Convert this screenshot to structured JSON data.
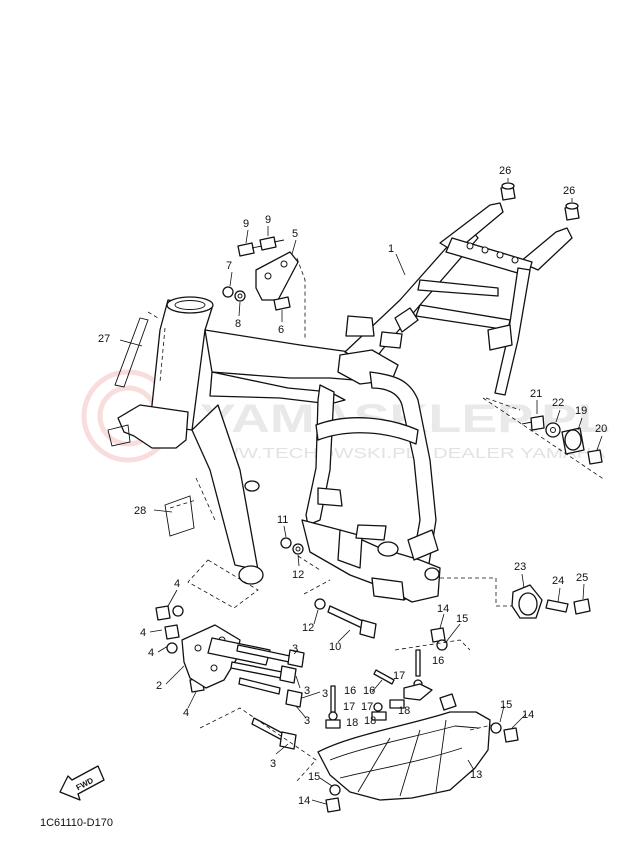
{
  "diagram": {
    "code": "1C61110-D170",
    "forward_label": "FWD",
    "watermark": {
      "brand": "YAMASKLEP.PL",
      "tagline": "WWW.TECHOWSKI.PL | DEALER YAMAHA"
    },
    "callouts": [
      {
        "id": "c26a",
        "text": "26"
      },
      {
        "id": "c26b",
        "text": "26"
      },
      {
        "id": "c9a",
        "text": "9"
      },
      {
        "id": "c9b",
        "text": "9"
      },
      {
        "id": "c5",
        "text": "5"
      },
      {
        "id": "c1",
        "text": "1"
      },
      {
        "id": "c7",
        "text": "7"
      },
      {
        "id": "c8",
        "text": "8"
      },
      {
        "id": "c6",
        "text": "6"
      },
      {
        "id": "c27",
        "text": "27"
      },
      {
        "id": "c21",
        "text": "21"
      },
      {
        "id": "c22",
        "text": "22"
      },
      {
        "id": "c19",
        "text": "19"
      },
      {
        "id": "c20",
        "text": "20"
      },
      {
        "id": "c28",
        "text": "28"
      },
      {
        "id": "c11",
        "text": "11"
      },
      {
        "id": "c12a",
        "text": "12"
      },
      {
        "id": "c23",
        "text": "23"
      },
      {
        "id": "c24",
        "text": "24"
      },
      {
        "id": "c25",
        "text": "25"
      },
      {
        "id": "c4a",
        "text": "4"
      },
      {
        "id": "c4b",
        "text": "4"
      },
      {
        "id": "c4c",
        "text": "4"
      },
      {
        "id": "c12b",
        "text": "12"
      },
      {
        "id": "c10",
        "text": "10"
      },
      {
        "id": "c14a",
        "text": "14"
      },
      {
        "id": "c15a",
        "text": "15"
      },
      {
        "id": "c3a",
        "text": "3"
      },
      {
        "id": "c2",
        "text": "2"
      },
      {
        "id": "c3b",
        "text": "3"
      },
      {
        "id": "c3c",
        "text": "3"
      },
      {
        "id": "c3d",
        "text": "3"
      },
      {
        "id": "c16a",
        "text": "16"
      },
      {
        "id": "c16b",
        "text": "16"
      },
      {
        "id": "c17a",
        "text": "17"
      },
      {
        "id": "c17b",
        "text": "17"
      },
      {
        "id": "c17c",
        "text": "17"
      },
      {
        "id": "c18a",
        "text": "18"
      },
      {
        "id": "c18b",
        "text": "18"
      },
      {
        "id": "c18c",
        "text": "18"
      },
      {
        "id": "c16c",
        "text": "16"
      },
      {
        "id": "c4d",
        "text": "4"
      },
      {
        "id": "c15b",
        "text": "15"
      },
      {
        "id": "c14b",
        "text": "14"
      },
      {
        "id": "c3e",
        "text": "3"
      },
      {
        "id": "c13",
        "text": "13"
      },
      {
        "id": "c15c",
        "text": "15"
      },
      {
        "id": "c14c",
        "text": "14"
      }
    ]
  }
}
